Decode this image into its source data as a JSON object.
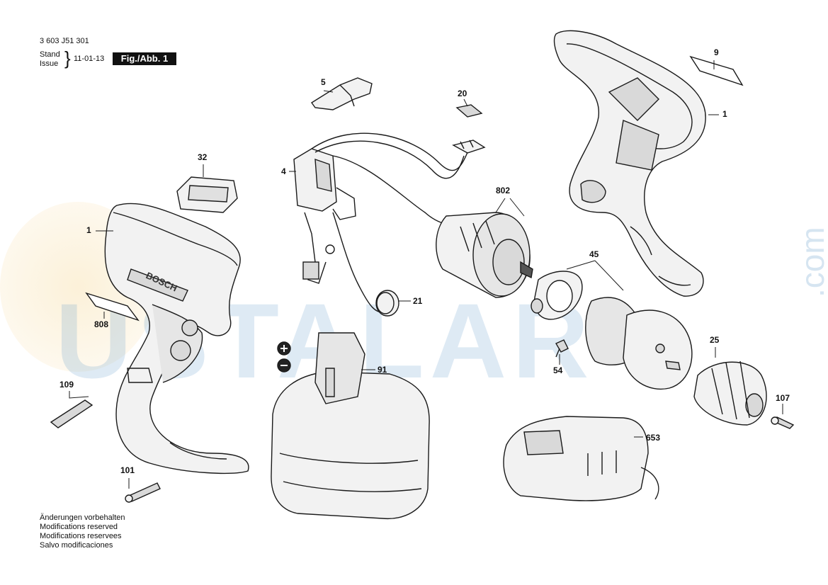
{
  "doc_id": "3 603 J51 301",
  "stand_label": "Stand",
  "issue_label": "Issue",
  "date": "11-01-13",
  "fig_label": "Fig./Abb. 1",
  "watermark": "USTALAR",
  "watermark_suffix": ".com",
  "notes": [
    "Änderungen vorbehalten",
    "Modifications reserved",
    "Modifications reservees",
    "Salvo modificaciones"
  ],
  "parts": {
    "p1_right": "1",
    "p1_left": "1",
    "p4": "4",
    "p5": "5",
    "p9": "9",
    "p20": "20",
    "p21": "21",
    "p25": "25",
    "p32": "32",
    "p45": "45",
    "p54": "54",
    "p91": "91",
    "p101": "101",
    "p107": "107",
    "p109": "109",
    "p653": "653",
    "p802": "802",
    "p808": "808"
  },
  "colors": {
    "line": "#1a1a1a",
    "fill": "#f2f2f2",
    "shade": "#d9d9d9",
    "dark": "#555555",
    "watermark": "#5a96c8"
  }
}
